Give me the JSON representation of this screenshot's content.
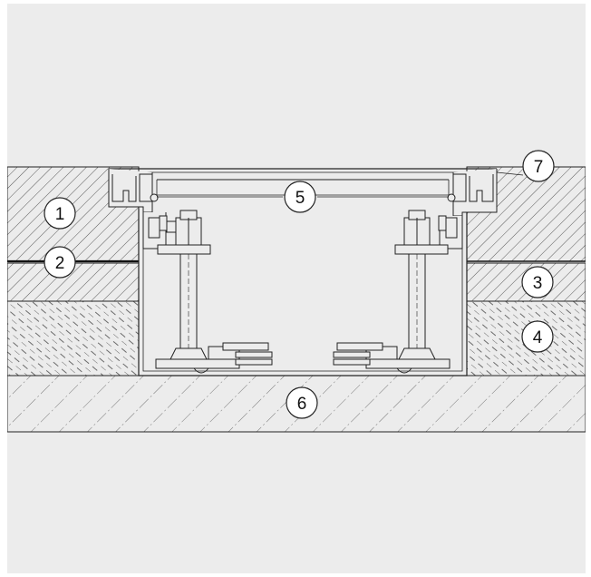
{
  "diagram": {
    "callouts": [
      {
        "id": "1",
        "label": "1"
      },
      {
        "id": "2",
        "label": "2"
      },
      {
        "id": "3",
        "label": "3"
      },
      {
        "id": "4",
        "label": "4"
      },
      {
        "id": "5",
        "label": "5"
      },
      {
        "id": "6",
        "label": "6"
      },
      {
        "id": "7",
        "label": "7"
      }
    ]
  },
  "colors": {
    "background": "#ececec",
    "line": "#222222",
    "callout_fill": "#ffffff"
  }
}
